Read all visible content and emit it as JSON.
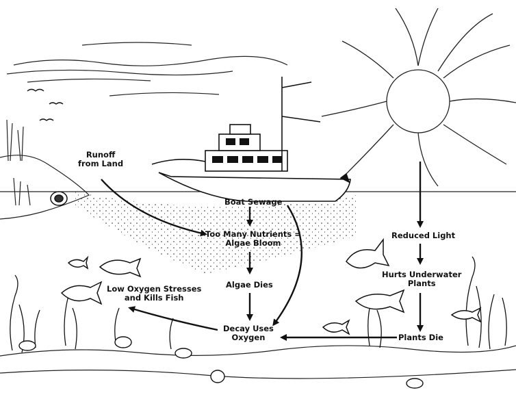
{
  "diagram": {
    "labels": {
      "runoff": [
        "Runoff",
        "from Land"
      ],
      "boat_sewage": [
        "Boat Sewage"
      ],
      "nutrients": [
        "Too Many Nutrients =",
        "Algae Bloom"
      ],
      "algae_dies": [
        "Algae Dies"
      ],
      "decay": [
        "Decay Uses",
        "Oxygen"
      ],
      "low_oxygen": [
        "Low Oxygen Stresses",
        "and Kills Fish"
      ],
      "reduced_light": [
        "Reduced Light"
      ],
      "hurts_plants": [
        "Hurts Underwater",
        "Plants"
      ],
      "plants_die": [
        "Plants Die"
      ]
    },
    "icons": [
      "sun-icon",
      "boat-icon",
      "bird-icon",
      "fish-icon",
      "crab-icon",
      "seaweed-icon",
      "runoff-pipe-icon",
      "cloud-icon"
    ]
  }
}
